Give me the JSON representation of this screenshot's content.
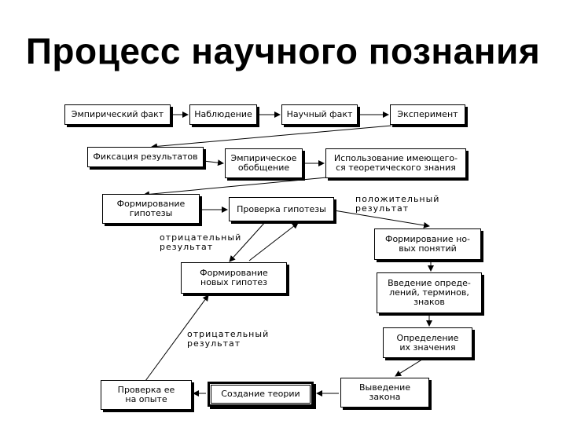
{
  "title": "Процесс научного познания",
  "boxes": {
    "empirical_fact": "Эмпирический факт",
    "observation": "Наблюдение",
    "scientific_fact": "Научный факт",
    "experiment": "Эксперимент",
    "fixation": "Фиксация результатов",
    "empirical_generalization": "Эмпирическое\nобобщение",
    "use_theory": "Использование имеющего-\nся теоретического знания",
    "hypothesis_formation": "Формирование\nгипотезы",
    "hypothesis_check": "Проверка гипотезы",
    "new_concepts": "Формирование но-\nвых понятий",
    "new_hypotheses": "Формирование\nновых гипотез",
    "definitions": "Введение опреде-\nлений, терминов,\nзнаков",
    "meaning": "Определение\nих значения",
    "check_experience": "Проверка ее\nна опыте",
    "theory_creation": "Создание теории",
    "law_derivation": "Выведение\nзакона"
  },
  "labels": {
    "positive_result": "положительный\nрезультат",
    "negative_result_1": "отрицательный\nрезультат",
    "negative_result_2": "отрицательный\nрезультат"
  }
}
